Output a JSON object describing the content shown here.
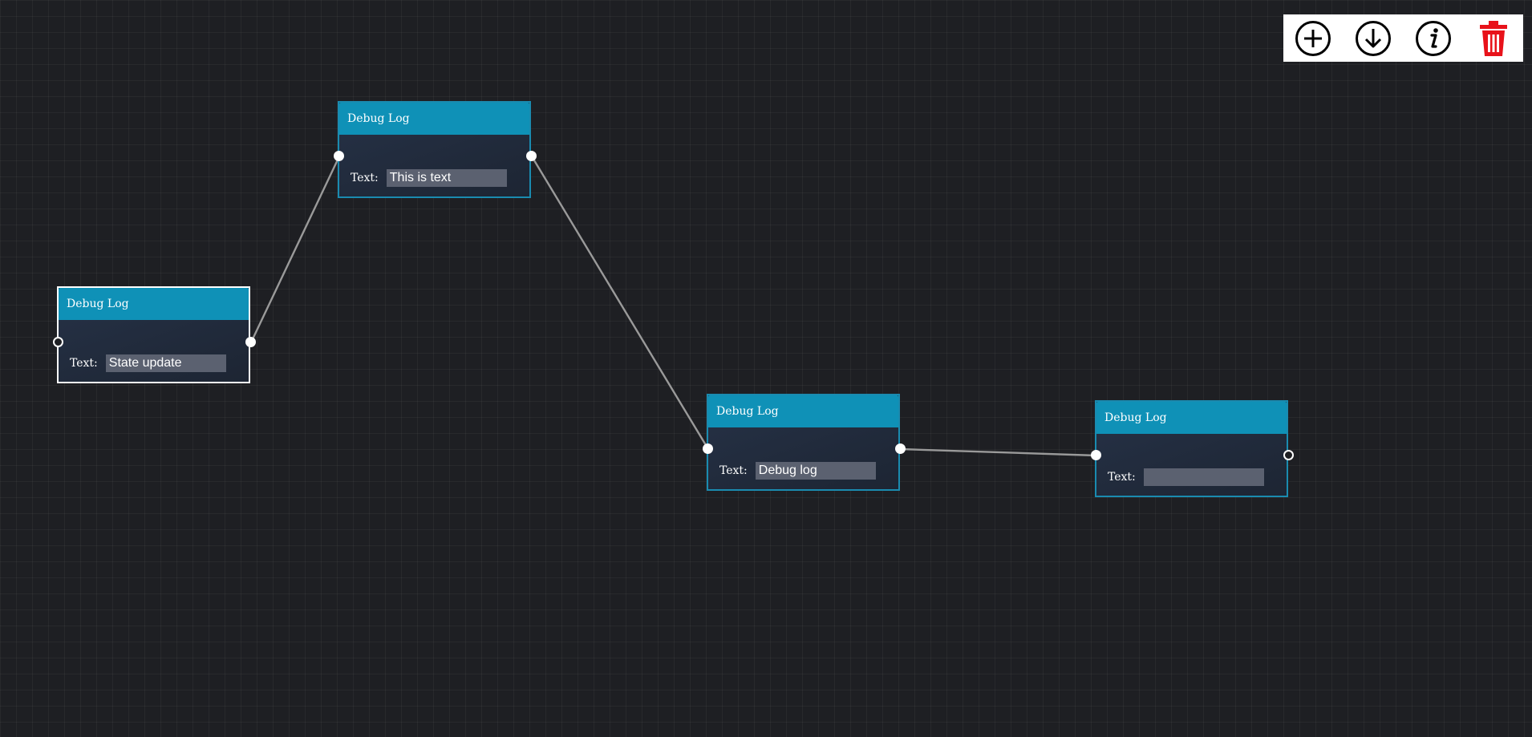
{
  "toolbar": {
    "buttons": [
      {
        "name": "add",
        "icon": "plus-circle-icon"
      },
      {
        "name": "download",
        "icon": "arrow-down-circle-icon"
      },
      {
        "name": "info",
        "icon": "info-circle-icon"
      },
      {
        "name": "delete",
        "icon": "trash-icon",
        "color": "#e8121a"
      }
    ]
  },
  "nodes": [
    {
      "title": "Debug Log",
      "text_label": "Text:",
      "text_value": "State update"
    },
    {
      "title": "Debug Log",
      "text_label": "Text:",
      "text_value": "This is text"
    },
    {
      "title": "Debug Log",
      "text_label": "Text:",
      "text_value": "Debug log"
    },
    {
      "title": "Debug Log",
      "text_label": "Text:",
      "text_value": ""
    }
  ],
  "colors": {
    "canvas": "#1e1f23",
    "node_header": "#0f91b7",
    "node_border": "#1a8bb0",
    "selected_border": "#ffffff",
    "wire": "#9a9a9a"
  }
}
